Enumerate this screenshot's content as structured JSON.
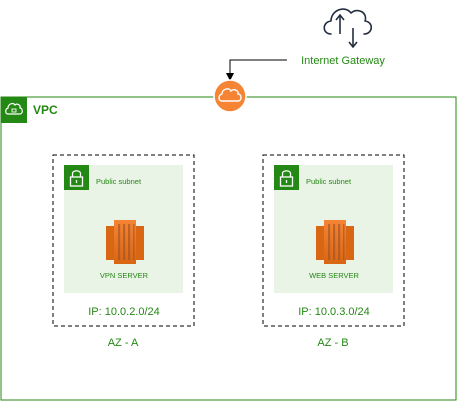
{
  "gateway": {
    "label": "Internet Gateway",
    "icon": "cloud-upload-download-icon",
    "badge_icon": "internet-gateway-icon",
    "badge_color": "#F58534"
  },
  "vpc": {
    "label": "VPC",
    "icon": "vpc-cloud-icon",
    "color": "#248814"
  },
  "zones": [
    {
      "az_label": "AZ - A",
      "ip_label": "IP: 10.0.2.0/24",
      "subnet": {
        "label": "Public subnet",
        "icon": "lock-icon",
        "fill": "#E9F3E6"
      },
      "server": {
        "label": "VPN SERVER",
        "icon": "ec2-instance-icon"
      }
    },
    {
      "az_label": "AZ - B",
      "ip_label": "IP: 10.0.3.0/24",
      "subnet": {
        "label": "Public subnet",
        "icon": "lock-icon",
        "fill": "#E9F3E6"
      },
      "server": {
        "label": "WEB SERVER",
        "icon": "ec2-instance-icon"
      }
    }
  ],
  "colors": {
    "aws_green": "#248814",
    "ec2_orange": "#D86613",
    "ec2_light": "#F58534"
  }
}
